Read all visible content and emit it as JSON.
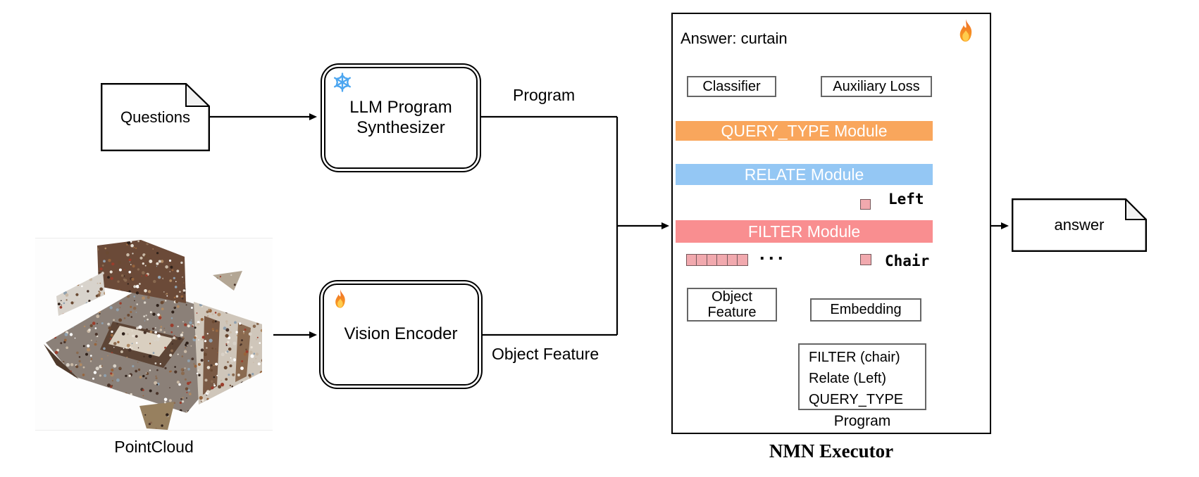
{
  "pipeline": {
    "questions_label": "Questions",
    "llm_box_label": "LLM Program\nSynthesizer",
    "program_label": "Program",
    "pointcloud_caption": "PointCloud",
    "vision_box_label": "Vision Encoder",
    "object_feature_label": "Object Feature",
    "answer_label": "answer"
  },
  "nmn": {
    "title": "NMN Executor",
    "answer_text": "Answer: curtain",
    "classifier_label": "Classifier",
    "auxiliary_loss_label": "Auxiliary Loss",
    "query_module_label": "QUERY_TYPE Module",
    "relate_module_label": "RELATE Module",
    "filter_module_label": "FILTER Module",
    "left_token": "Left",
    "chair_token": "Chair",
    "ellipsis": "···",
    "object_feature_box": "Object\nFeature",
    "embedding_label": "Embedding",
    "program_lines": [
      "FILTER (chair)",
      "Relate (Left)",
      "QUERY_TYPE"
    ],
    "program_caption": "Program"
  },
  "icons": {
    "frozen": "snowflake-icon",
    "trainable": "fire-icon"
  },
  "colors": {
    "bar_query": "#F9A65C",
    "bar_relate": "#94C7F4",
    "bar_filter": "#F98E90",
    "token_fill": "#F1A9AE",
    "token_border": "#75585B",
    "connector_gray": "#616161",
    "connector_black": "#000000",
    "snowflake_blue": "#4DA6F0",
    "flame_outer": "#F4900C",
    "flame_inner": "#FFCC4D"
  }
}
